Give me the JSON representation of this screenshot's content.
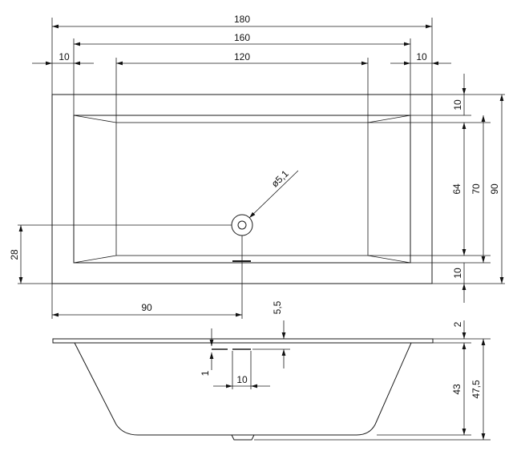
{
  "drawing": {
    "top_view": {
      "overall_length": "180",
      "rim_inner_length": "160",
      "bottom_length": "120",
      "left_rim": "10",
      "right_rim": "10",
      "rim_top": "10",
      "inner_width_bottom": "64",
      "inner_width_top": "70",
      "overall_width": "90",
      "rim_bottom": "10",
      "drain_diameter": "ø5,1",
      "drain_from_side": "28",
      "drain_from_end": "90"
    },
    "side_view": {
      "overflow_offset": "5,5",
      "overflow_height": "1",
      "overflow_width": "10",
      "rim_thickness": "2",
      "depth": "43",
      "total_height": "47,5"
    }
  }
}
